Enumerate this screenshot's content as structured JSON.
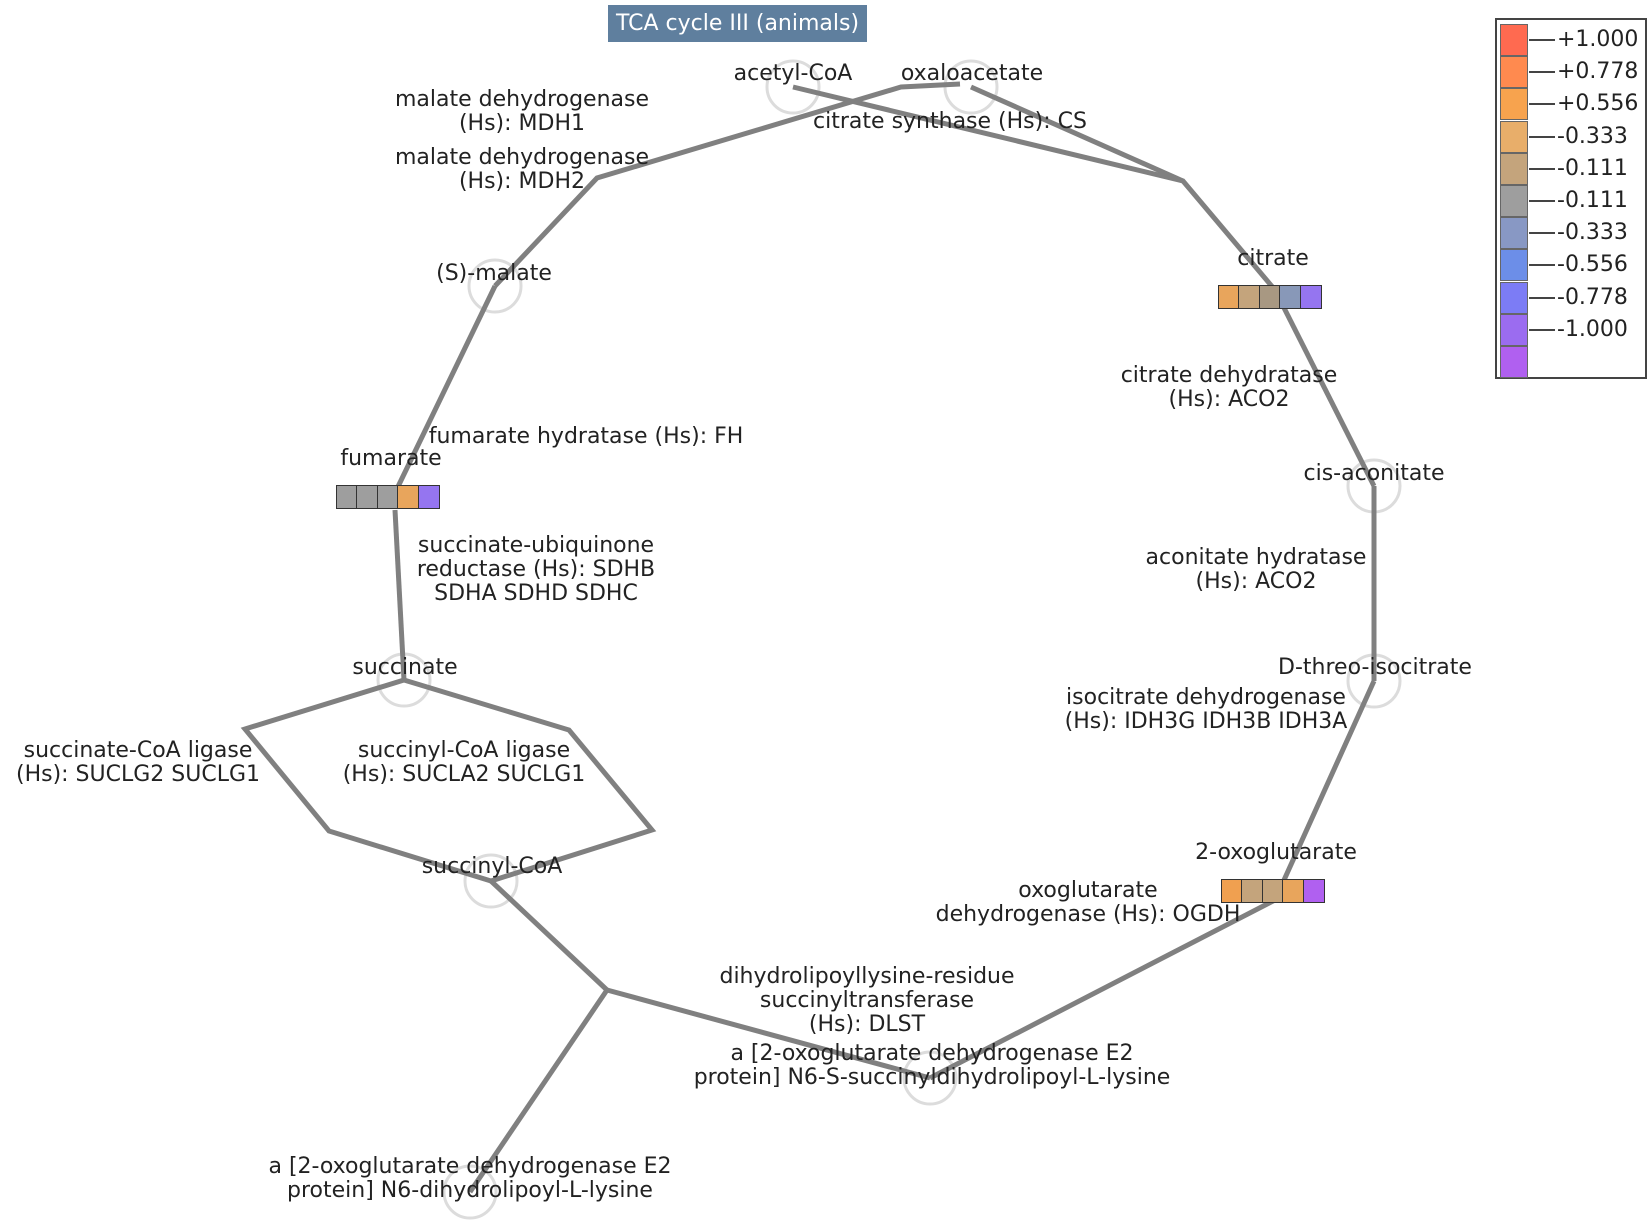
{
  "title": "TCA cycle III (animals)",
  "metabolites": [
    {
      "id": "acetyl-coa",
      "label": [
        "acetyl-CoA"
      ]
    },
    {
      "id": "oxaloacetate",
      "label": [
        "oxaloacetate"
      ]
    },
    {
      "id": "citrate",
      "label": [
        "citrate"
      ]
    },
    {
      "id": "cis-aconitate",
      "label": [
        "cis-aconitate"
      ]
    },
    {
      "id": "d-threo-isocitrate",
      "label": [
        "D-threo-isocitrate"
      ]
    },
    {
      "id": "2-oxoglutarate",
      "label": [
        "2-oxoglutarate"
      ]
    },
    {
      "id": "succinyldihydrolipoyl",
      "label": [
        "a [2-oxoglutarate dehydrogenase E2",
        "protein] N6-S-succinyldihydrolipoyl-L-lysine"
      ]
    },
    {
      "id": "dihydrolipoyl",
      "label": [
        "a [2-oxoglutarate dehydrogenase E2",
        "protein] N6-dihydrolipoyl-L-lysine"
      ]
    },
    {
      "id": "succinyl-coa",
      "label": [
        "succinyl-CoA"
      ]
    },
    {
      "id": "succinate",
      "label": [
        "succinate"
      ]
    },
    {
      "id": "fumarate",
      "label": [
        "fumarate"
      ]
    },
    {
      "id": "s-malate",
      "label": [
        "(S)-malate"
      ]
    }
  ],
  "enzymes": [
    {
      "id": "mdh1",
      "label": [
        "malate dehydrogenase",
        "(Hs): MDH1"
      ]
    },
    {
      "id": "mdh2",
      "label": [
        "malate dehydrogenase",
        "(Hs): MDH2"
      ]
    },
    {
      "id": "cs",
      "label": [
        "citrate synthase (Hs): CS"
      ]
    },
    {
      "id": "aco2-a",
      "label": [
        "citrate dehydratase",
        "(Hs): ACO2"
      ]
    },
    {
      "id": "aco2-b",
      "label": [
        "aconitate hydratase",
        "(Hs): ACO2"
      ]
    },
    {
      "id": "idh3",
      "label": [
        "isocitrate dehydrogenase",
        "(Hs): IDH3G IDH3B IDH3A"
      ]
    },
    {
      "id": "ogdh",
      "label": [
        "oxoglutarate",
        "dehydrogenase (Hs): OGDH"
      ]
    },
    {
      "id": "dlst",
      "label": [
        "dihydrolipoyllysine-residue",
        "succinyltransferase",
        "(Hs): DLST"
      ]
    },
    {
      "id": "sucla2",
      "label": [
        "succinyl-CoA ligase",
        "(Hs): SUCLA2 SUCLG1"
      ]
    },
    {
      "id": "suclg2",
      "label": [
        "succinate-CoA ligase",
        "(Hs): SUCLG2 SUCLG1"
      ]
    },
    {
      "id": "sdh",
      "label": [
        "succinate-ubiquinone",
        "reductase (Hs): SDHB",
        "SDHA SDHD SDHC"
      ]
    },
    {
      "id": "fh",
      "label": [
        "fumarate hydratase (Hs): FH"
      ]
    }
  ],
  "heatmaps": [
    {
      "id": "citrate",
      "colors": [
        "#e8a55c",
        "#c4a47c",
        "#a89882",
        "#8898b8",
        "#9575f0"
      ]
    },
    {
      "id": "fumarate",
      "colors": [
        "#9e9e9e",
        "#9e9e9e",
        "#9e9e9e",
        "#e8a55c",
        "#9575f0"
      ]
    },
    {
      "id": "2-oxoglutarate",
      "colors": [
        "#f0a050",
        "#c4a47c",
        "#c4a47c",
        "#e8a55c",
        "#b060f0"
      ]
    }
  ],
  "legend": {
    "items": [
      {
        "label": "+1.000",
        "color": "#ff6a50"
      },
      {
        "label": "+0.778",
        "color": "#ff8a4f"
      },
      {
        "label": "+0.556",
        "color": "#f7a34e"
      },
      {
        "label": "-0.333",
        "color": "#e8ae6a"
      },
      {
        "label": "-0.111",
        "color": "#c4a47c"
      },
      {
        "label": "-0.111",
        "color": "#9e9e9e"
      },
      {
        "label": "-0.333",
        "color": "#8898c4"
      },
      {
        "label": "-0.556",
        "color": "#6c8ee8"
      },
      {
        "label": "-0.778",
        "color": "#7c7cf5"
      },
      {
        "label": "-1.000",
        "color": "#9b6cf0"
      },
      {
        "label": "",
        "color": "#b060f0"
      }
    ]
  },
  "colors": {
    "edge": "#808080",
    "node_ring": "#dcdcdc",
    "title_bg": "#5f7f9e"
  }
}
